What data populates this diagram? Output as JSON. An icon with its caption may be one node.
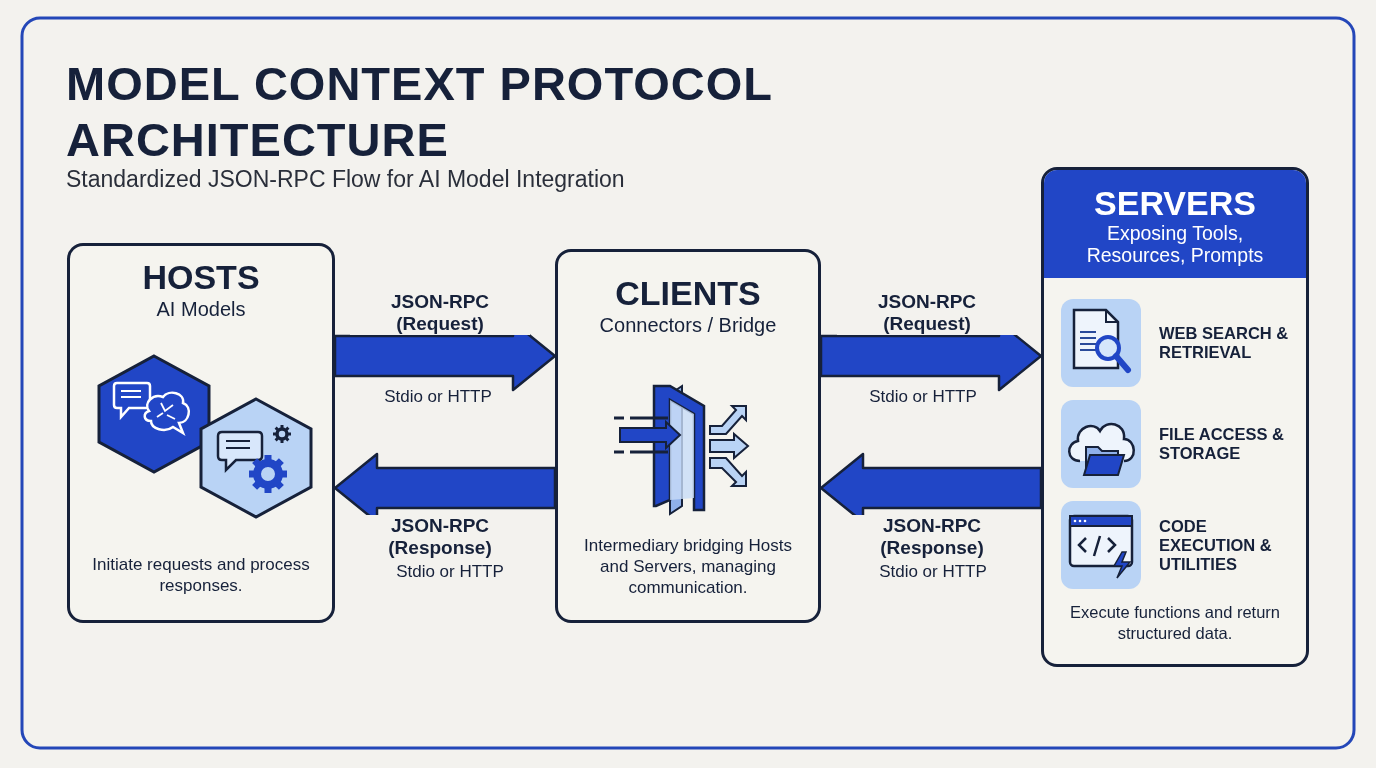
{
  "diagram": {
    "title": "MODEL CONTEXT PROTOCOL ARCHITECTURE",
    "caption": "Standardized JSON-RPC Flow for AI Model Integration",
    "nodes": [
      {
        "text": [
          "HOSTS",
          "AI Models",
          "Initiate requests and process responses."
        ]
      },
      {
        "text": [
          "CLIENTS",
          "Connectors / Bridge",
          "Intermediary bridging Hosts and Servers, managing communication."
        ]
      },
      {
        "text": [
          "SERVERS",
          "Exposing Tools, Resources, Prompts",
          "Execute functions and return structured data."
        ]
      },
      {
        "text": [
          "WEB SEARCH & RETRIEVAL"
        ],
        "in": 2
      },
      {
        "text": [
          "FILE ACCESS & STORAGE"
        ],
        "in": 2
      },
      {
        "text": [
          "CODE EXECUTION & UTILITIES"
        ],
        "in": 2
      }
    ],
    "edges": [
      {
        "from": 0,
        "to": 1,
        "arrow": "to",
        "label": "JSON-RPC (Request)"
      },
      {
        "from": 1,
        "to": 0,
        "arrow": "to",
        "label": "JSON-RPC (Response)"
      },
      {
        "from": 1,
        "to": 2,
        "arrow": "to",
        "label": "JSON-RPC (Request)"
      },
      {
        "from": 2,
        "to": 1,
        "arrow": "to",
        "label": "JSON-RPC (Response)"
      }
    ],
    "labels": [
      "Stdio or HTTP",
      "Stdio or HTTP",
      "Stdio or HTTP",
      "Stdio or HTTP"
    ]
  }
}
